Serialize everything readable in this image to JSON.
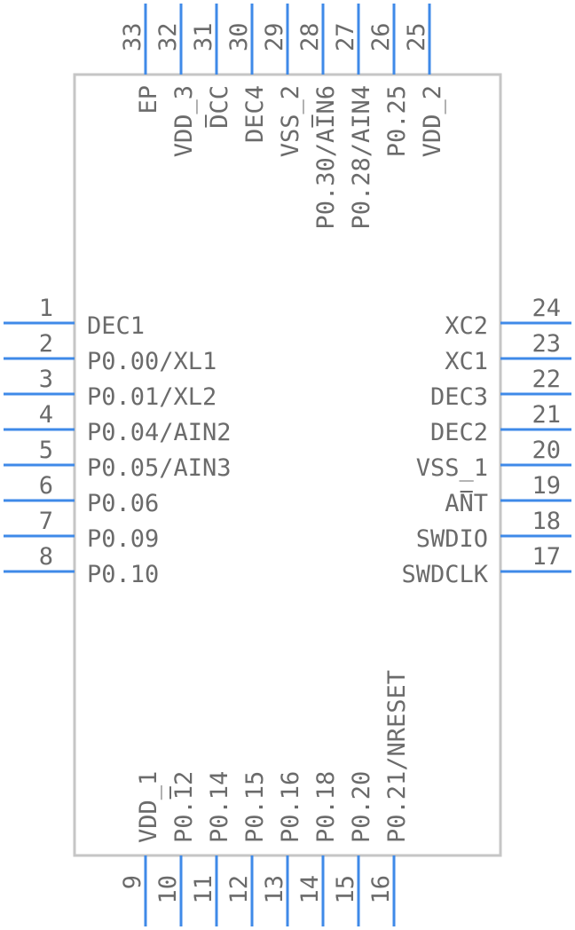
{
  "left_pins": [
    {
      "num": "1",
      "label": "DEC1"
    },
    {
      "num": "2",
      "label": "P0.00/XL1"
    },
    {
      "num": "3",
      "label": "P0.01/XL2"
    },
    {
      "num": "4",
      "label": "P0.04/AIN2"
    },
    {
      "num": "5",
      "label": "P0.05/AIN3"
    },
    {
      "num": "6",
      "label": "P0.06"
    },
    {
      "num": "7",
      "label": "P0.09"
    },
    {
      "num": "8",
      "label": "P0.10"
    }
  ],
  "right_pins": [
    {
      "num": "24",
      "label": "XC2"
    },
    {
      "num": "23",
      "label": "XC1"
    },
    {
      "num": "22",
      "label": "DEC3"
    },
    {
      "num": "21",
      "label": "DEC2"
    },
    {
      "num": "20",
      "label": "VSS_1"
    },
    {
      "num": "19",
      "label": "ANT"
    },
    {
      "num": "18",
      "label": "SWDIO"
    },
    {
      "num": "17",
      "label": "SWDCLK"
    }
  ],
  "top_pins": [
    {
      "num": "33",
      "label": "EP"
    },
    {
      "num": "32",
      "label": "VDD_3"
    },
    {
      "num": "31",
      "label": "DCC"
    },
    {
      "num": "30",
      "label": "DEC4"
    },
    {
      "num": "29",
      "label": "VSS_2"
    },
    {
      "num": "28",
      "label": "P0.30/AIN6"
    },
    {
      "num": "27",
      "label": "P0.28/AIN4"
    },
    {
      "num": "26",
      "label": "P0.25"
    },
    {
      "num": "25",
      "label": "VDD_2"
    }
  ],
  "bottom_pins": [
    {
      "num": "9",
      "label": "VDD_1"
    },
    {
      "num": "10",
      "label": "P0.12"
    },
    {
      "num": "11",
      "label": "P0.14"
    },
    {
      "num": "12",
      "label": "P0.15"
    },
    {
      "num": "13",
      "label": "P0.16"
    },
    {
      "num": "14",
      "label": "P0.18"
    },
    {
      "num": "15",
      "label": "P0.20"
    },
    {
      "num": "16",
      "label": "P0.21/NRESET"
    }
  ],
  "colors": {
    "pin": "#3f8ae8",
    "body": "#c6c6c6",
    "text": "#6b6b6b"
  }
}
